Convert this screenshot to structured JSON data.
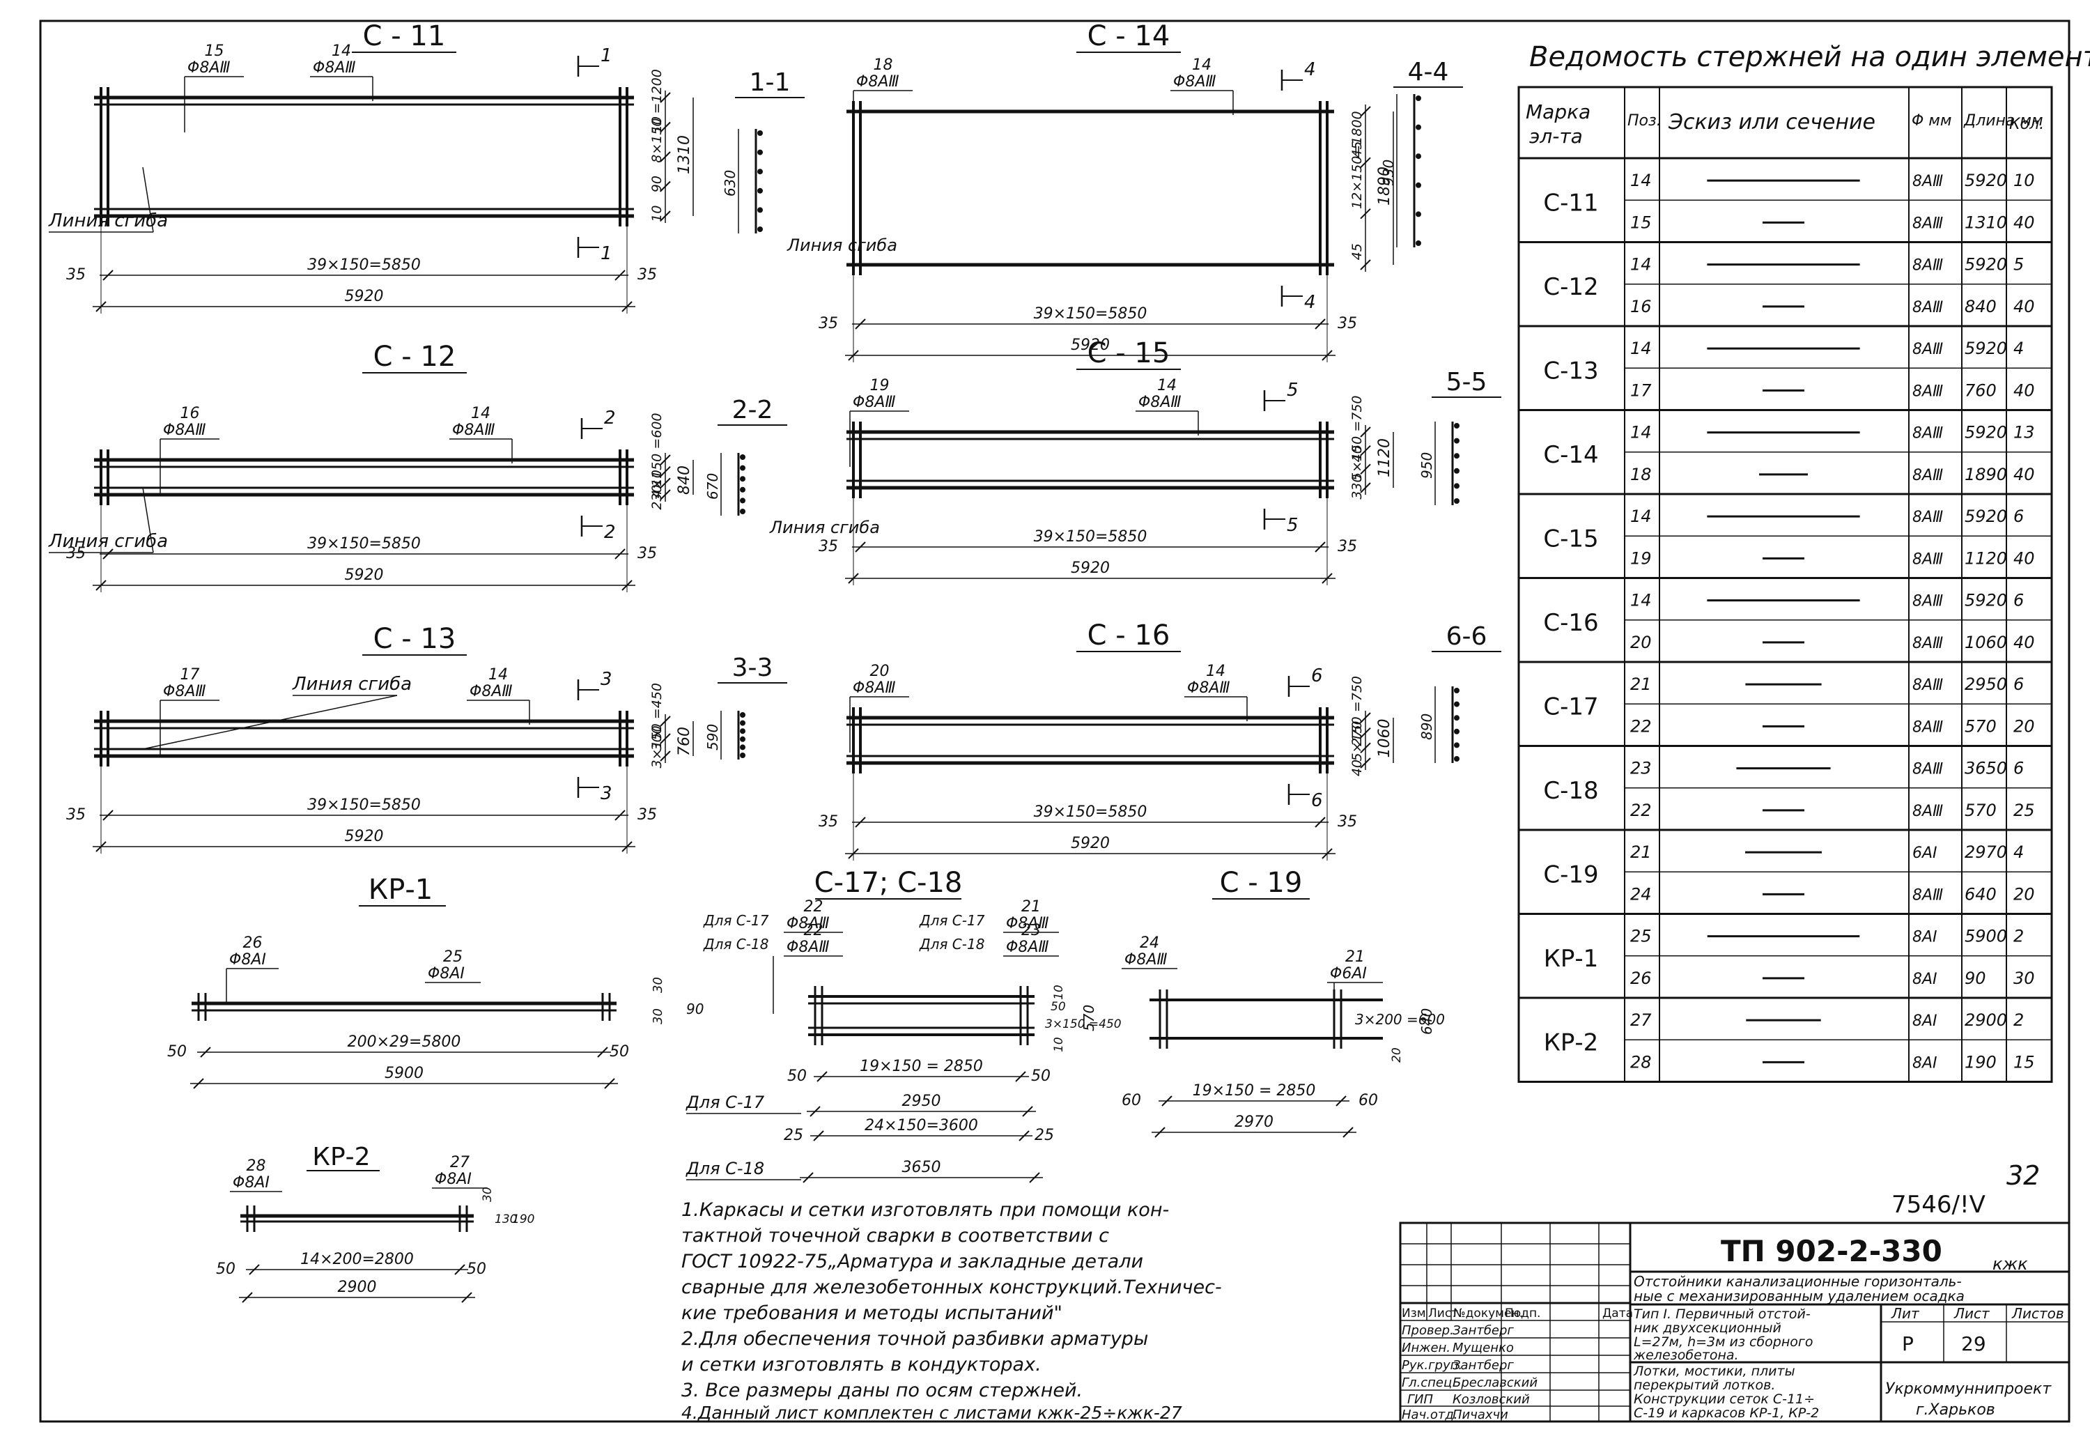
{
  "page": {
    "sheet_number": "32",
    "inventory_number": "7546/!V"
  },
  "drawings": [
    {
      "id": "c11",
      "title": "С - 11",
      "rows": 2,
      "bar_left": {
        "pos": "15",
        "dia": "Φ8АⅢ"
      },
      "bar_right": {
        "pos": "14",
        "dia": "Φ8АⅢ"
      },
      "section_mark": "1",
      "vdims": [
        "10",
        "8×150 =1200",
        "90",
        "10"
      ],
      "height_total": "1310",
      "span_dim": "39×150=5850",
      "total_dim": "5920",
      "end_dim": "35",
      "bend_label": "Линия сгиба"
    },
    {
      "id": "c14",
      "title": "С - 14",
      "rows": 1,
      "bar_left": {
        "pos": "18",
        "dia": "Φ8АⅢ"
      },
      "bar_right": {
        "pos": "14",
        "dia": "Φ8АⅢ"
      },
      "section_mark": "4",
      "vdims": [
        "45",
        "12×150=1800",
        "45"
      ],
      "height_total": "1890",
      "span_dim": "39×150=5850",
      "total_dim": "5920",
      "end_dim": "35"
    },
    {
      "id": "c12",
      "title": "С - 12",
      "rows": 2,
      "bar_left": {
        "pos": "16",
        "dia": "Φ8АⅢ"
      },
      "bar_right": {
        "pos": "14",
        "dia": "Φ8АⅢ"
      },
      "section_mark": "2",
      "vdims": [
        "10",
        "4×150 =600",
        "230"
      ],
      "height_total": "840",
      "span_dim": "39×150=5850",
      "total_dim": "5920",
      "end_dim": "35",
      "bend_label": "Линия сгиба"
    },
    {
      "id": "c15",
      "title": "С - 15",
      "rows": 2,
      "bar_left": {
        "pos": "19",
        "dia": "Φ8АⅢ"
      },
      "bar_right": {
        "pos": "14",
        "dia": "Φ8АⅢ"
      },
      "section_mark": "5",
      "vdims": [
        "40",
        "5×150 =750",
        "330"
      ],
      "height_total": "1120",
      "span_dim": "39×150=5850",
      "total_dim": "5920",
      "end_dim": "35"
    },
    {
      "id": "c13",
      "title": "С - 13",
      "rows": 2,
      "bar_left": {
        "pos": "17",
        "dia": "Φ8АⅢ"
      },
      "bar_right": {
        "pos": "14",
        "dia": "Φ8АⅢ"
      },
      "section_mark": "3",
      "vdims": [
        "300",
        "3×150 =450"
      ],
      "height_total": "760",
      "span_dim": "39×150=5850",
      "total_dim": "5920",
      "end_dim": "35",
      "bend_label": "Линия сгиба"
    },
    {
      "id": "c16",
      "title": "С - 16",
      "rows": 2,
      "bar_left": {
        "pos": "20",
        "dia": "Φ8АⅢ"
      },
      "bar_right": {
        "pos": "14",
        "dia": "Φ8АⅢ"
      },
      "section_mark": "6",
      "vdims": [
        "270",
        "5×150 =750",
        "40"
      ],
      "height_total": "1060",
      "span_dim": "39×150=5850",
      "total_dim": "5920",
      "end_dim": "35"
    }
  ],
  "sections": [
    {
      "title": "1-1",
      "height": "630",
      "bend_label": "Линия сгиба"
    },
    {
      "title": "4-4",
      "height": "930"
    },
    {
      "title": "2-2",
      "height": "670",
      "bend_label": "Линия сгиба"
    },
    {
      "title": "5-5",
      "height": "950"
    },
    {
      "title": "3-3",
      "height": "590"
    },
    {
      "title": "6-6",
      "height": "890"
    }
  ],
  "kr1": {
    "title": "КР-1",
    "bar_left": {
      "pos": "26",
      "dia": "Φ8АI"
    },
    "bar_right": {
      "pos": "25",
      "dia": "Φ8АI"
    },
    "span_dim": "200×29=5800",
    "total_dim": "5900",
    "end_dim": "50",
    "vdims": [
      "30",
      "30",
      "90"
    ]
  },
  "kr2": {
    "title": "КР-2",
    "bar_left": {
      "pos": "28",
      "dia": "Φ8АI"
    },
    "bar_right": {
      "pos": "27",
      "dia": "Φ8АI"
    },
    "span_dim": "14×200=2800",
    "total_dim": "2900",
    "end_dim": "50",
    "vdims": [
      "30",
      "130",
      "190"
    ]
  },
  "c17_18": {
    "title": "С-17; С-18",
    "for17": "Для С-17",
    "for18": "Для С-18",
    "left17": {
      "pos": "22",
      "dia": "Φ8АⅢ"
    },
    "left18": {
      "pos": "22",
      "dia": "Φ8АⅢ"
    },
    "right17": {
      "pos": "21",
      "dia": "Φ8АⅢ"
    },
    "right18": {
      "pos": "23",
      "dia": "Φ8АⅢ"
    },
    "span_dim": "19×150 = 2850",
    "end_dim": "50",
    "len17": "2950",
    "span18": "24×150=3600",
    "len18": "3650",
    "end18": "25",
    "vdims": [
      "10",
      "50",
      "3×150 =450",
      "10"
    ],
    "height_total": "570"
  },
  "c19": {
    "title": "С - 19",
    "bar_left": {
      "pos": "24",
      "dia": "Φ8АⅢ"
    },
    "bar_right": {
      "pos": "21",
      "dia": "Φ6АI"
    },
    "span_dim": "19×150 = 2850",
    "total_dim": "2970",
    "end_dim": "60",
    "vdims": [
      "3×200 =600",
      "20"
    ],
    "height_total": "640"
  },
  "schedule": {
    "title": "Ведомость стержней на один элемент",
    "headers": [
      "Марка эл-та",
      "Поз.",
      "Эскиз или сечение",
      "Φ мм",
      "Длина мм",
      "Кол."
    ],
    "rows": [
      {
        "mark": "С-11",
        "items": [
          [
            "14",
            "8АⅢ",
            "5920",
            "10"
          ],
          [
            "15",
            "8АⅢ",
            "1310",
            "40"
          ]
        ]
      },
      {
        "mark": "С-12",
        "items": [
          [
            "14",
            "8АⅢ",
            "5920",
            "5"
          ],
          [
            "16",
            "8АⅢ",
            "840",
            "40"
          ]
        ]
      },
      {
        "mark": "С-13",
        "items": [
          [
            "14",
            "8АⅢ",
            "5920",
            "4"
          ],
          [
            "17",
            "8АⅢ",
            "760",
            "40"
          ]
        ]
      },
      {
        "mark": "С-14",
        "items": [
          [
            "14",
            "8АⅢ",
            "5920",
            "13"
          ],
          [
            "18",
            "8АⅢ",
            "1890",
            "40"
          ]
        ]
      },
      {
        "mark": "С-15",
        "items": [
          [
            "14",
            "8АⅢ",
            "5920",
            "6"
          ],
          [
            "19",
            "8АⅢ",
            "1120",
            "40"
          ]
        ]
      },
      {
        "mark": "С-16",
        "items": [
          [
            "14",
            "8АⅢ",
            "5920",
            "6"
          ],
          [
            "20",
            "8АⅢ",
            "1060",
            "40"
          ]
        ]
      },
      {
        "mark": "С-17",
        "items": [
          [
            "21",
            "8АⅢ",
            "2950",
            "6"
          ],
          [
            "22",
            "8АⅢ",
            "570",
            "20"
          ]
        ]
      },
      {
        "mark": "С-18",
        "items": [
          [
            "23",
            "8АⅢ",
            "3650",
            "6"
          ],
          [
            "22",
            "8АⅢ",
            "570",
            "25"
          ]
        ]
      },
      {
        "mark": "С-19",
        "items": [
          [
            "21",
            "6АI",
            "2970",
            "4"
          ],
          [
            "24",
            "8АⅢ",
            "640",
            "20"
          ]
        ]
      },
      {
        "mark": "КР-1",
        "items": [
          [
            "25",
            "8АI",
            "5900",
            "2"
          ],
          [
            "26",
            "8АI",
            "90",
            "30"
          ]
        ]
      },
      {
        "mark": "КР-2",
        "items": [
          [
            "27",
            "8АI",
            "2900",
            "2"
          ],
          [
            "28",
            "8АI",
            "190",
            "15"
          ]
        ]
      }
    ]
  },
  "notes": [
    "1.Каркасы и сетки изготовлять при помощи кон-",
    "тактной точечной сварки в соответствии с",
    "ГОСТ 10922-75„Арматура и закладные детали",
    "сварные для железобетонных конструкций.Техничес-",
    "кие требования и методы испытаний\"",
    "2.Для обеспечения точной разбивки арматуры",
    "и сетки изготовлять в кондукторах.",
    "3. Все размеры даны по осям стержней.",
    "4.Данный лист комплектен с листами кжк-25÷кжк-27"
  ],
  "title_block": {
    "code": "ТП 902-2-330",
    "mark": "кжк",
    "project_lines": [
      "Отстойники канализационные горизонталь-",
      "ные с механизированным удалением осадка"
    ],
    "col_headers": [
      "Изм",
      "Лист",
      "№докумен.",
      "Подп.",
      "Дата"
    ],
    "staff": [
      [
        "Провер.",
        "Зантберг"
      ],
      [
        "Инжен.",
        "Мущенко"
      ],
      [
        "Рук.груп.",
        "Зантберг"
      ],
      [
        "Гл.спец.",
        "Бреславский"
      ],
      [
        "ГИП",
        "Козловский"
      ],
      [
        "Нач.отд.",
        "Пичахчи"
      ]
    ],
    "object_lines": [
      "Тип I. Первичный отстой-",
      "ник двухсекционный",
      "L=27м, h=3м из сборного",
      "железобетона."
    ],
    "stage_headers": [
      "Лит",
      "Лист",
      "Листов"
    ],
    "stage_values": [
      "Р",
      "29",
      ""
    ],
    "sheet_lines": [
      "Лотки, мостики, плиты",
      "перекрытий лотков.",
      "Конструкции сеток С-11÷",
      "С-19 и каркасов КР-1, КР-2"
    ],
    "org": [
      "Укркоммуннипроект",
      "г.Харьков"
    ]
  }
}
